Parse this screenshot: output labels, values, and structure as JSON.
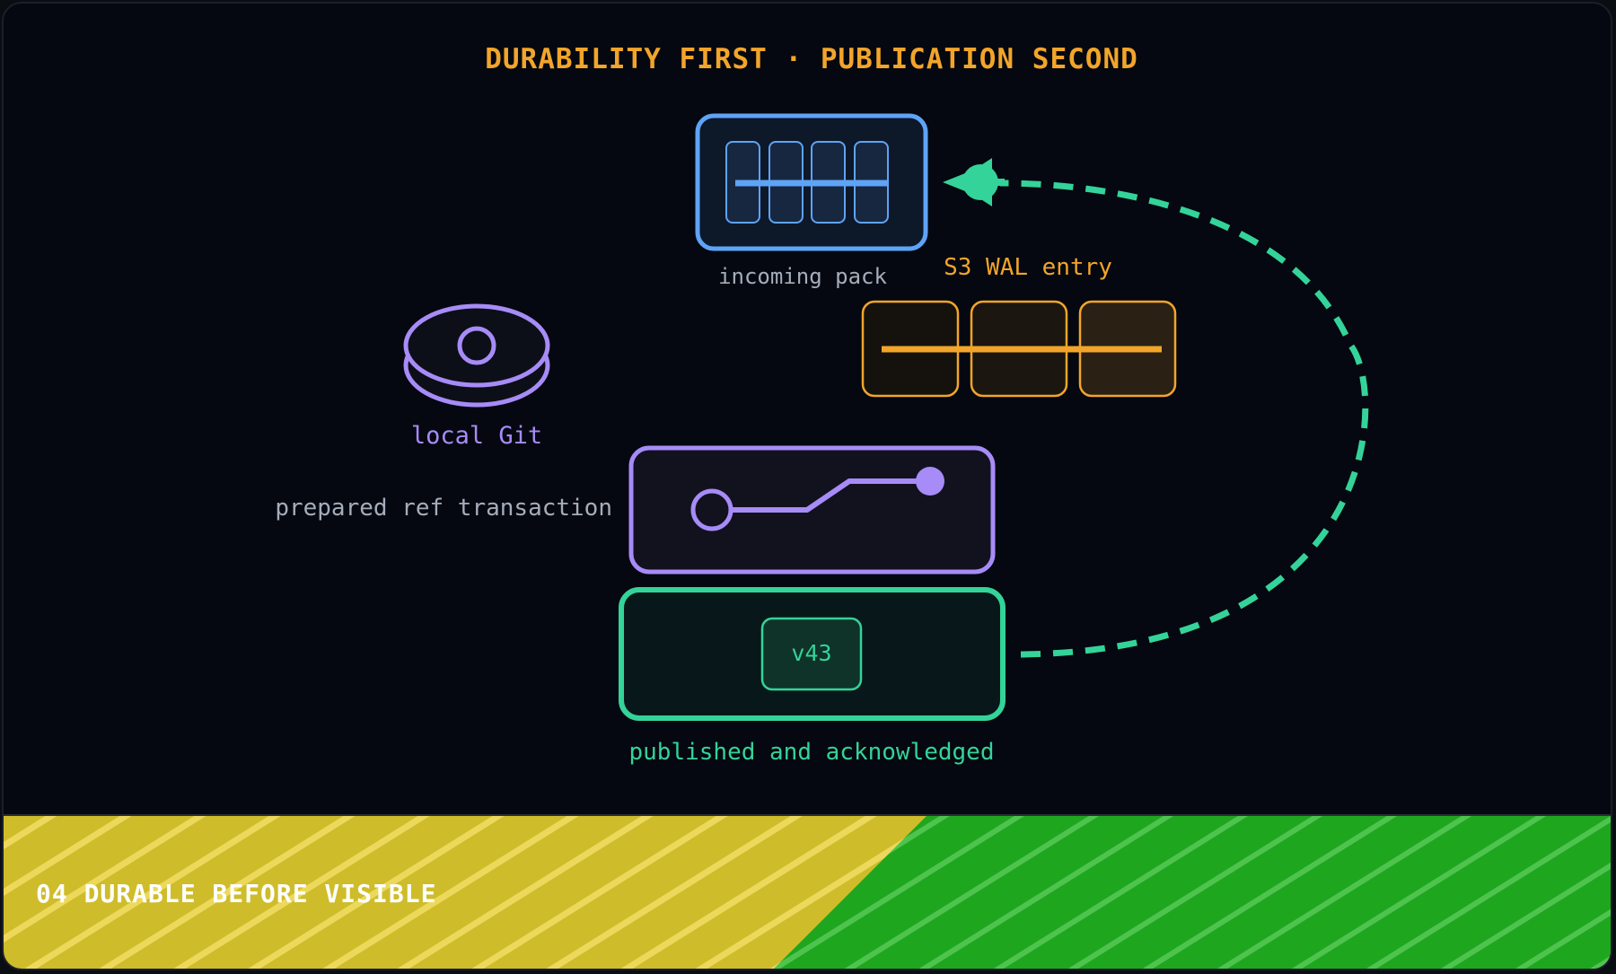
{
  "title": "DURABILITY FIRST · PUBLICATION SECOND",
  "nodes": {
    "incoming_pack": {
      "label": "incoming pack"
    },
    "s3_wal": {
      "label": "S3 WAL entry"
    },
    "local_git": {
      "label": "local Git"
    },
    "ref_transaction": {
      "label": "prepared ref transaction"
    },
    "published": {
      "label": "published and acknowledged",
      "version": "v43"
    }
  },
  "footer": {
    "label": "04 DURABLE BEFORE VISIBLE"
  },
  "colors": {
    "background": "#050810",
    "title": "#f2a52a",
    "blue": "#5fa3f7",
    "orange": "#f2a52a",
    "purple": "#a78bf7",
    "green": "#34d399",
    "muted": "#a5adbb",
    "footer_yellow": "#cfbc2a",
    "footer_green": "#1fa61f"
  },
  "icons": {
    "pack": "pack-icon",
    "wal": "wal-segments-icon",
    "disk": "disk-icon",
    "commit_graph": "commit-graph-icon",
    "arrow": "arrow-head-icon"
  }
}
